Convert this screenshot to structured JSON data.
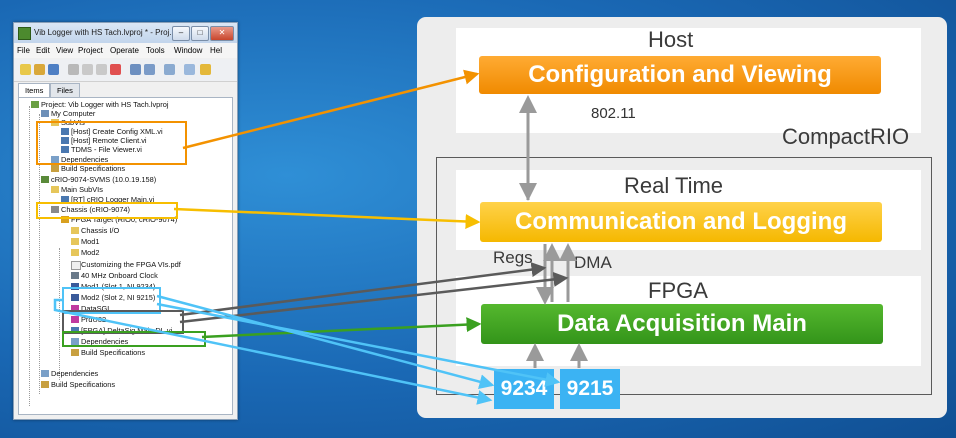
{
  "window": {
    "title": "Vib Logger with HS Tach.lvproj * - Proj...",
    "menu": [
      "File",
      "Edit",
      "View",
      "Project",
      "Operate",
      "Tools",
      "Window",
      "Hel"
    ],
    "tabs": [
      "Items",
      "Files"
    ],
    "tree": [
      "Project: Vib Logger with HS Tach.lvproj",
      "My Computer",
      "SubVIs",
      "[Host] Create Config XML.vi",
      "[Host] Remote Client.vi",
      "TDMS - File Viewer.vi",
      "Dependencies",
      "Build Specifications",
      "cRIO-9074-SVMS (10.0.19.158)",
      "Main SubVIs",
      "[RT] cRIO Logger Main.vi",
      "Chassis (cRIO-9074)",
      "FPGA Target (RIO0, cRIO-9074)",
      "Chassis I/O",
      "Mod1",
      "Mod2",
      "Customizing the FPGA VIs.pdf",
      "40 MHz Onboard Clock",
      "Mod1 (Slot 1, NI 9234)",
      "Mod2 (Slot 2, NI 9215)",
      "DataSGL",
      "PrdU32",
      "[FPGA] DeltaSig Main DL.vi",
      "Dependencies",
      "Build Specifications",
      "Dependencies",
      "Build Specifications"
    ]
  },
  "diagram": {
    "host_label": "Host",
    "host_block": "Configuration and Viewing",
    "link_label": "802.11",
    "crio_label": "CompactRIO",
    "rt_label": "Real Time",
    "rt_block": "Communication and Logging",
    "regs_label": "Regs",
    "dma_label": "DMA",
    "fpga_label": "FPGA",
    "fpga_block": "Data Acquisition Main",
    "modules": [
      "9234",
      "9215"
    ]
  },
  "colors": {
    "orange": "#f39200",
    "yellow": "#f7be00",
    "green": "#3aa020",
    "blue": "#4fc3f7",
    "gray": "#5a5a5a"
  }
}
